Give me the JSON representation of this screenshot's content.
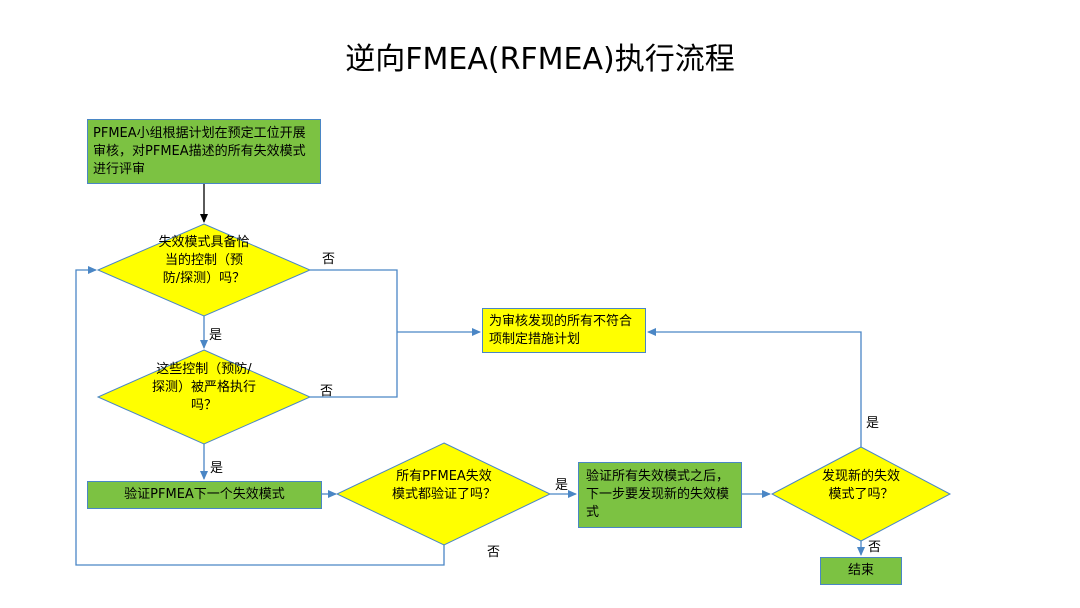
{
  "title": "逆向FMEA(RFMEA)执行流程",
  "nodes": {
    "start": "PFMEA小组根据计划在预定工位开展审核，对PFMEA描述的所有失效模式进行评审",
    "q1": "失效模式具备恰当的控制（预防/探测）吗？",
    "q2": "这些控制（预防/探测）被严格执行吗？",
    "action_plan": "为审核发现的所有不符合项制定措施计划",
    "verify_next": "验证PFMEA下一个失效模式",
    "q3": "所有PFMEA失效模式都验证了吗？",
    "next_step": "验证所有失效模式之后，下一步要发现新的失效模式",
    "q4": "发现新的失效模式了吗？",
    "end": "结束"
  },
  "labels": {
    "yes": "是",
    "no": "否"
  },
  "colors": {
    "process_fill": "#7cc242",
    "decision_fill": "#ffff00",
    "border": "#4a86c5",
    "connector": "#4a86c5"
  }
}
